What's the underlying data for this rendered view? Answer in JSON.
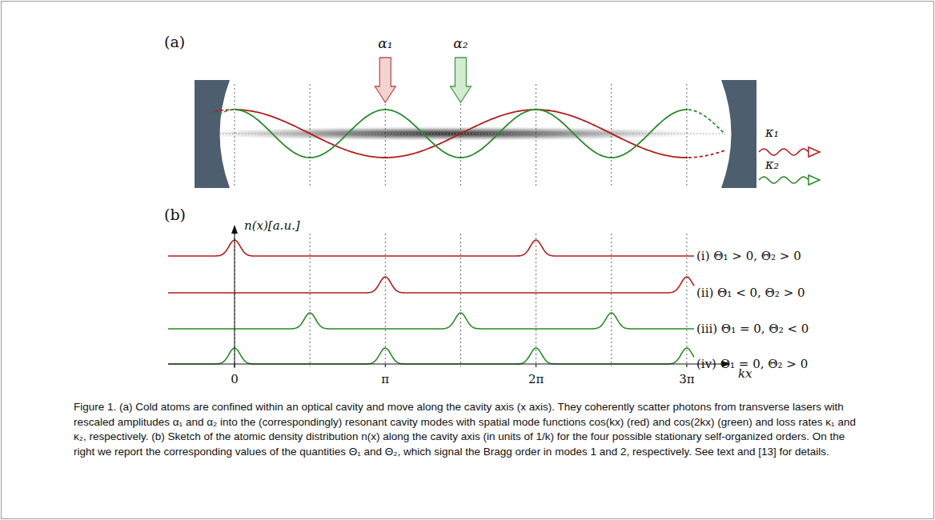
{
  "diagram": {
    "caption": "Figure 1. (a) Cold atoms are confined within an optical cavity and move along the cavity axis (x axis). They coherently scatter photons from transverse lasers with rescaled amplitudes α₁ and α₂ into the (correspondingly) resonant cavity modes with spatial mode functions cos(kx) (red) and cos(2kx) (green) and loss rates κ₁ and κ₂, respectively. (b) Sketch of the atomic density distribution n(x) along the cavity axis (in units of 1/k) for the four possible stationary self-organized orders. On the right we report the corresponding values of the quantities Θ₁ and Θ₂, which signal the Bragg order in modes 1 and 2, respectively. See text and [13] for details.",
    "labels": [
      "(a)",
      "α₁",
      "α₂",
      "κ₁",
      "κ₂",
      "(b)",
      "n(x)[a.u.]",
      "(i) Θ₁ > 0, Θ₂ > 0",
      "(ii) Θ₁ < 0, Θ₂ > 0",
      "(iii) Θ₁ = 0, Θ₂ < 0",
      "(iv) Θ₁ = 0, Θ₂ > 0",
      "0",
      "π",
      "2π",
      "3π",
      "kx"
    ]
  }
}
